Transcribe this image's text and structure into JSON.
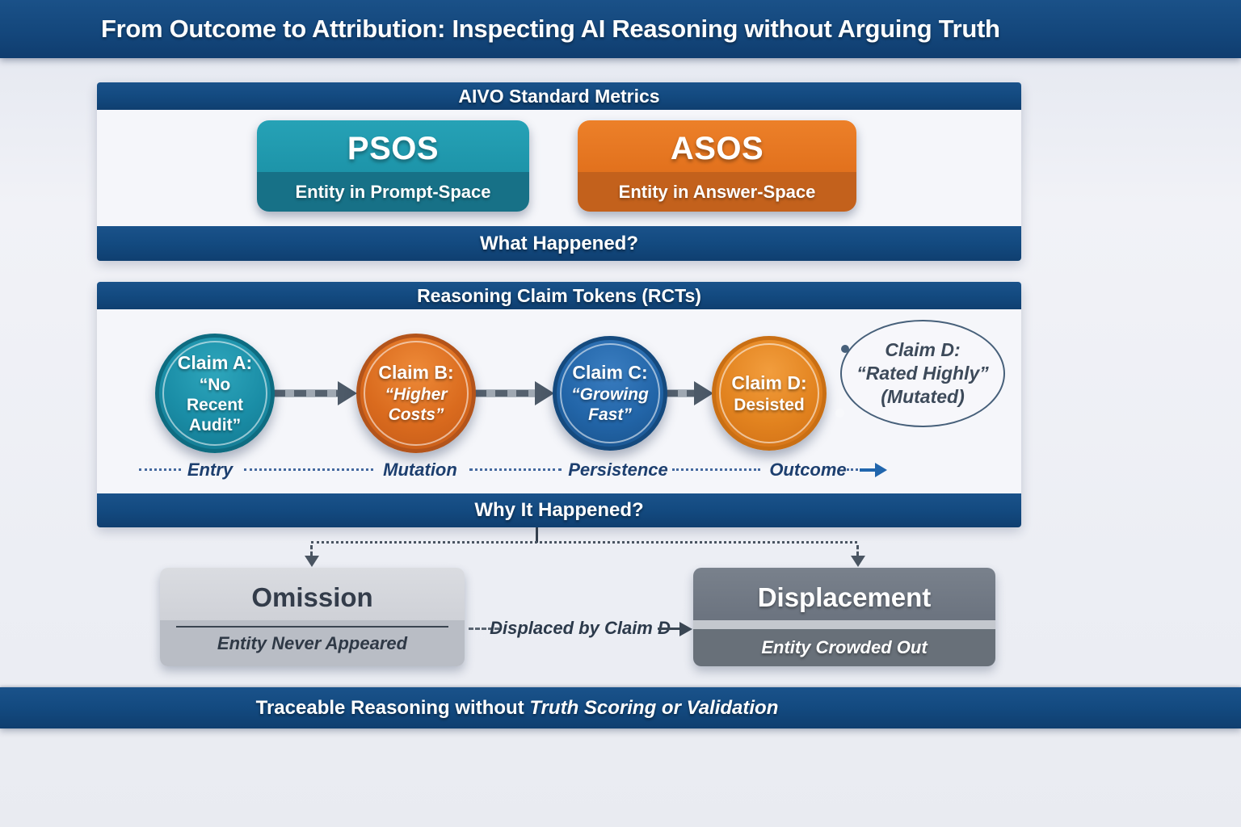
{
  "title": {
    "bold": "From Outcome to Attribution:",
    "regular": "Inspecting AI Reasoning without Arguing Truth"
  },
  "metrics_panel": {
    "header": "AIVO Standard Metrics",
    "cards": [
      {
        "abbr": "PSOS",
        "desc": "Entity in Prompt-Space"
      },
      {
        "abbr": "ASOS",
        "desc": "Entity in Answer-Space"
      }
    ],
    "footer": "What Happened?"
  },
  "rct_panel": {
    "header": "Reasoning Claim Tokens (RCTs)",
    "claims": [
      {
        "label": "Claim A:",
        "text": "“No Recent Audit”",
        "stage": "Entry"
      },
      {
        "label": "Claim B:",
        "text": "“Higher Costs”",
        "stage": "Mutation"
      },
      {
        "label": "Claim C:",
        "text": "“Growing Fast”",
        "stage": "Persistence"
      },
      {
        "label": "Claim D:",
        "text": "Desisted",
        "stage": "Outcome"
      }
    ],
    "callout": {
      "line1": "Claim D:",
      "line2": "“Rated Highly”",
      "line3": "(Mutated)"
    },
    "footer": "Why It Happened?"
  },
  "attribution": {
    "omission": {
      "title": "Omission",
      "subtitle": "Entity Never Appeared"
    },
    "displacement": {
      "title": "Displacement",
      "subtitle": "Entity Crowded Out"
    },
    "link_label": "Displaced by Claim D"
  },
  "footer_bar": {
    "bold": "Traceable Reasoning without",
    "italic": "Truth Scoring or Validation"
  },
  "colors": {
    "bar_blue": "#134a80",
    "psos_top": "#1d94a9",
    "psos_bottom": "#177187",
    "asos_top": "#e2711d",
    "asos_bottom": "#c3611c",
    "claim_a_teal": "#1a8da6",
    "claim_b_orange": "#da6b1e",
    "claim_c_blue": "#2265a8",
    "claim_d_orange": "#e2831f",
    "omission_gray": "#cfd1d7",
    "displacement_gray": "#6b737f",
    "timeline_navy": "#1d3f6f",
    "arrow_slate": "#4d5a68"
  }
}
